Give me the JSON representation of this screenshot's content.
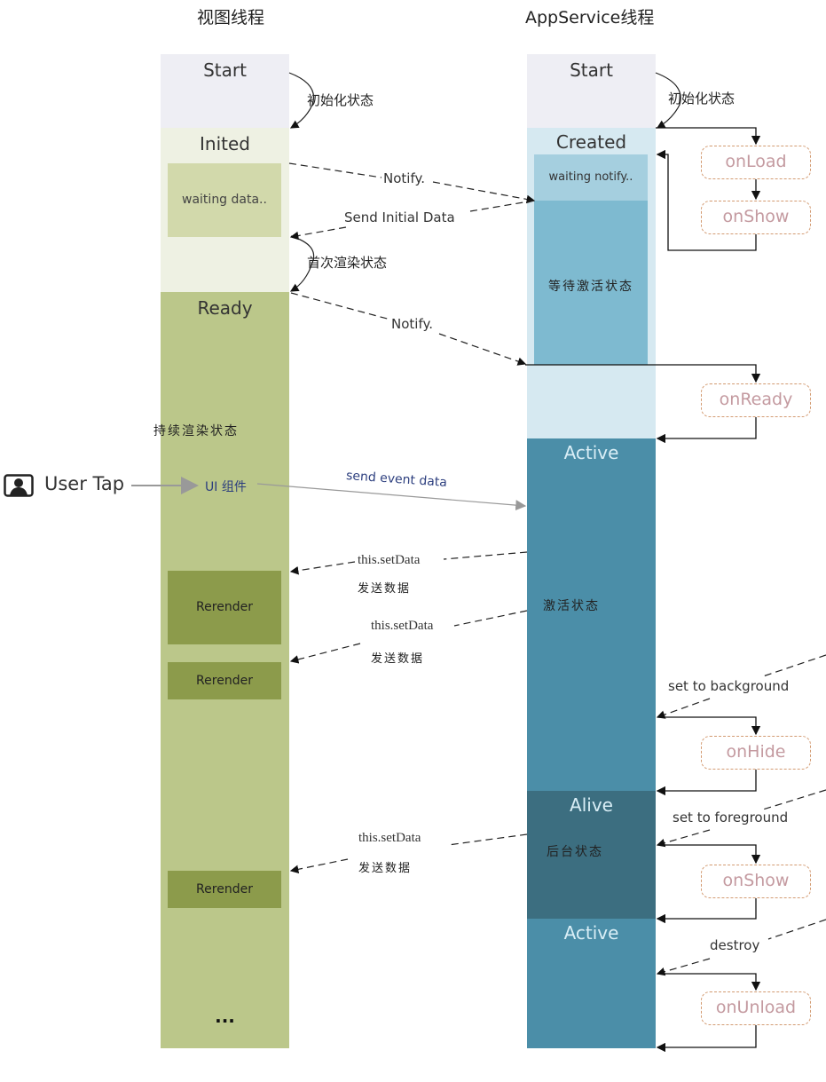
{
  "view_thread": {
    "title": "视图线程",
    "states": {
      "start": "Start",
      "inited": "Inited",
      "waiting": "waiting data..",
      "ready": "Ready",
      "continuous_render": "持续渲染状态",
      "ui_component": "UI 组件",
      "rerender_1": "Rerender",
      "rerender_2": "Rerender",
      "rerender_3": "Rerender",
      "ellipsis": "..."
    }
  },
  "app_service_thread": {
    "title": "AppService线程",
    "states": {
      "start": "Start",
      "created": "Created",
      "waiting_notify": "waiting notify..",
      "waiting_activate": "等待激活状态",
      "active_1": "Active",
      "active_state": "激活状态",
      "alive": "Alive",
      "background_state": "后台状态",
      "active_2": "Active"
    },
    "hooks": {
      "on_load": "onLoad",
      "on_show_1": "onShow",
      "on_ready": "onReady",
      "on_hide": "onHide",
      "on_show_2": "onShow",
      "on_unload": "onUnload"
    }
  },
  "transitions": {
    "init_view": "初始化状态",
    "init_service": "初始化状态",
    "notify_1": "Notify.",
    "send_initial_data": "Send Initial Data",
    "first_render": "首次渲染状态",
    "notify_2": "Notify.",
    "send_event_data": "send event data",
    "set_data_1": "this.setData",
    "send_data_1": "发送数据",
    "set_data_2": "this.setData",
    "send_data_2": "发送数据",
    "set_data_3": "this.setData",
    "send_data_3": "发送数据",
    "set_to_background": "set to background",
    "set_to_foreground": "set to foreground",
    "destroy": "destroy"
  },
  "user": {
    "label": "User Tap",
    "icon": "user-portrait-icon"
  },
  "colors": {
    "start_bg": "#eeeef4",
    "inited_bg": "#eef1e3",
    "waiting_data_bg": "#d2d9ab",
    "ready_bg": "#bbc78a",
    "rerender_bg": "#8c9b4b",
    "created_bg": "#d6e9f1",
    "waiting_notify_bg": "#a5cfdf",
    "waiting_activate_bg": "#7ebad0",
    "active_bg": "#4b8ea8",
    "alive_bg": "#3c6e80",
    "hook_border": "#d39b72",
    "hook_text": "#c49aa0",
    "event_text": "#2c3e7e"
  }
}
